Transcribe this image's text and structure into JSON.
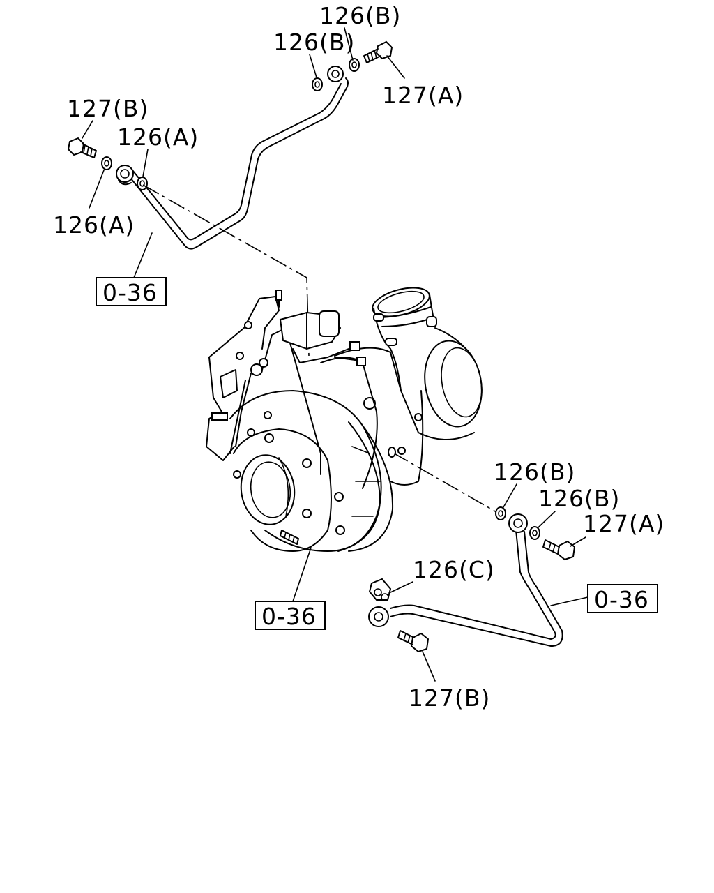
{
  "callouts": {
    "c1": "126(B)",
    "c2": "126(B)",
    "c3": "127(A)",
    "c4": "127(B)",
    "c5": "126(A)",
    "c6": "126(A)",
    "c7": "126(B)",
    "c8": "126(B)",
    "c9": "127(A)",
    "c10": "126(C)",
    "c11": "127(B)"
  },
  "refs": {
    "r1": "0-36",
    "r2": "0-36",
    "r3": "0-36"
  }
}
